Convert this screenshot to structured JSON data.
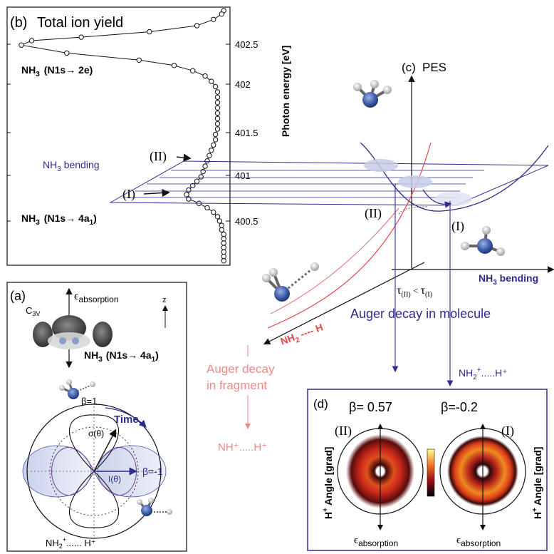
{
  "panel_b": {
    "label": "(b)",
    "title": "Total ion yield",
    "axis_label": "Photon energy [eV]",
    "ticks": [
      "402.5",
      "402",
      "401.5",
      "401",
      "400.5"
    ],
    "tick_values": [
      402.5,
      402.0,
      401.5,
      401.0,
      400.5
    ],
    "peak_upper": {
      "main": "NH",
      "sub": "3",
      "rest": "(N1s→ 2e)"
    },
    "peak_lower": {
      "main": "NH",
      "sub": "3",
      "rest": "(N1s→ 4a",
      "sub2": "1",
      "end": ")"
    },
    "bending": {
      "main": "NH",
      "sub": "3",
      "rest": " bending"
    },
    "marker_II": "(II)",
    "marker_I": "(I)",
    "chart_data": {
      "type": "line",
      "ylabel": "Photon energy [eV]",
      "title": "Total ion yield",
      "yaxis_ticks": [
        402.5,
        402,
        401.5,
        401,
        400.5
      ],
      "points": [
        {
          "y": 402.88,
          "x": 0.98
        },
        {
          "y": 402.84,
          "x": 0.97
        },
        {
          "y": 402.78,
          "x": 0.93
        },
        {
          "y": 402.71,
          "x": 0.85
        },
        {
          "y": 402.64,
          "x": 0.62
        },
        {
          "y": 402.58,
          "x": 0.29
        },
        {
          "y": 402.54,
          "x": 0.05
        },
        {
          "y": 402.49,
          "x": 0.0
        },
        {
          "y": 402.4,
          "x": 0.22
        },
        {
          "y": 402.32,
          "x": 0.57
        },
        {
          "y": 402.26,
          "x": 0.74
        },
        {
          "y": 402.2,
          "x": 0.83
        },
        {
          "y": 402.14,
          "x": 0.89
        },
        {
          "y": 402.08,
          "x": 0.92
        },
        {
          "y": 402.02,
          "x": 0.94
        },
        {
          "y": 401.96,
          "x": 0.95
        },
        {
          "y": 401.9,
          "x": 0.95
        },
        {
          "y": 401.84,
          "x": 0.95
        },
        {
          "y": 401.78,
          "x": 0.95
        },
        {
          "y": 401.72,
          "x": 0.95
        },
        {
          "y": 401.66,
          "x": 0.95
        },
        {
          "y": 401.6,
          "x": 0.95
        },
        {
          "y": 401.54,
          "x": 0.95
        },
        {
          "y": 401.48,
          "x": 0.94
        },
        {
          "y": 401.42,
          "x": 0.94
        },
        {
          "y": 401.36,
          "x": 0.93
        },
        {
          "y": 401.3,
          "x": 0.92
        },
        {
          "y": 401.24,
          "x": 0.91
        },
        {
          "y": 401.18,
          "x": 0.9
        },
        {
          "y": 401.12,
          "x": 0.89
        },
        {
          "y": 401.06,
          "x": 0.88
        },
        {
          "y": 401.0,
          "x": 0.87
        },
        {
          "y": 400.95,
          "x": 0.85
        },
        {
          "y": 400.9,
          "x": 0.83
        },
        {
          "y": 400.85,
          "x": 0.81
        },
        {
          "y": 400.8,
          "x": 0.8
        },
        {
          "y": 400.75,
          "x": 0.81
        },
        {
          "y": 400.7,
          "x": 0.86
        },
        {
          "y": 400.65,
          "x": 0.9
        },
        {
          "y": 400.6,
          "x": 0.93
        },
        {
          "y": 400.55,
          "x": 0.95
        },
        {
          "y": 400.5,
          "x": 0.96
        },
        {
          "y": 400.45,
          "x": 0.97
        },
        {
          "y": 400.4,
          "x": 0.97
        },
        {
          "y": 400.35,
          "x": 0.98
        },
        {
          "y": 400.3,
          "x": 0.98
        },
        {
          "y": 400.25,
          "x": 0.98
        },
        {
          "y": 400.2,
          "x": 0.98
        },
        {
          "y": 400.15,
          "x": 0.98
        },
        {
          "y": 400.1,
          "x": 0.98
        },
        {
          "y": 400.05,
          "x": 0.98
        }
      ]
    }
  },
  "panel_c": {
    "label": "(c)",
    "title": "PES",
    "marker_II": "(II)",
    "marker_I": "(I)",
    "axis_bending": {
      "main": "NH",
      "sub": "3",
      "rest": " bending"
    },
    "axis_nh2": {
      "main": "NH",
      "sub": "2",
      "rest": " ---- H"
    },
    "tau": {
      "sym": "τ",
      "sub1": "(II)",
      "lt": " < ",
      "sub2": "(I)"
    },
    "auger_molecule": "Auger decay in molecule",
    "auger_fragment_1": "Auger decay",
    "auger_fragment_2": "in fragment",
    "fragment_product": "NH⁺.....H⁺",
    "molecule_product": {
      "main": "NH",
      "sub": "2",
      "sup": "+",
      "rest": ".....H⁺"
    }
  },
  "panel_a": {
    "label": "(a)",
    "epsilon": "ϵ",
    "epsilon_sub": "absorption",
    "symmetry": {
      "main": "C",
      "sub": "3V"
    },
    "z": "z",
    "molecule": {
      "main": "NH",
      "sub": "3",
      "rest": "(N1s→ 4a",
      "sub2": "1",
      "end": ")"
    },
    "beta_1": "β=1",
    "time": "Time",
    "sigma": "σ(θ)",
    "intensity": "I(θ)",
    "beta_m1": "β=-1",
    "product": {
      "main": "NH",
      "sub": "2",
      "sup": "+",
      "rest": "...... H⁺"
    }
  },
  "panel_d": {
    "label": "(d)",
    "beta_left": "β= 0.57",
    "beta_right": "β=-0.2",
    "marker_II": "(II)",
    "marker_I": "(I)",
    "ylabel": {
      "main": "H",
      "sup": "+",
      "rest": "Angle [grad]"
    },
    "epsilon": "ϵ",
    "epsilon_sub": "absorption"
  },
  "colors": {
    "navy": "#2e2d8f",
    "red": "#e8454a",
    "pink": "#ee8a8a",
    "molecule_blue": "#3b5aa8",
    "orbital_shade": "#d6dcef"
  }
}
